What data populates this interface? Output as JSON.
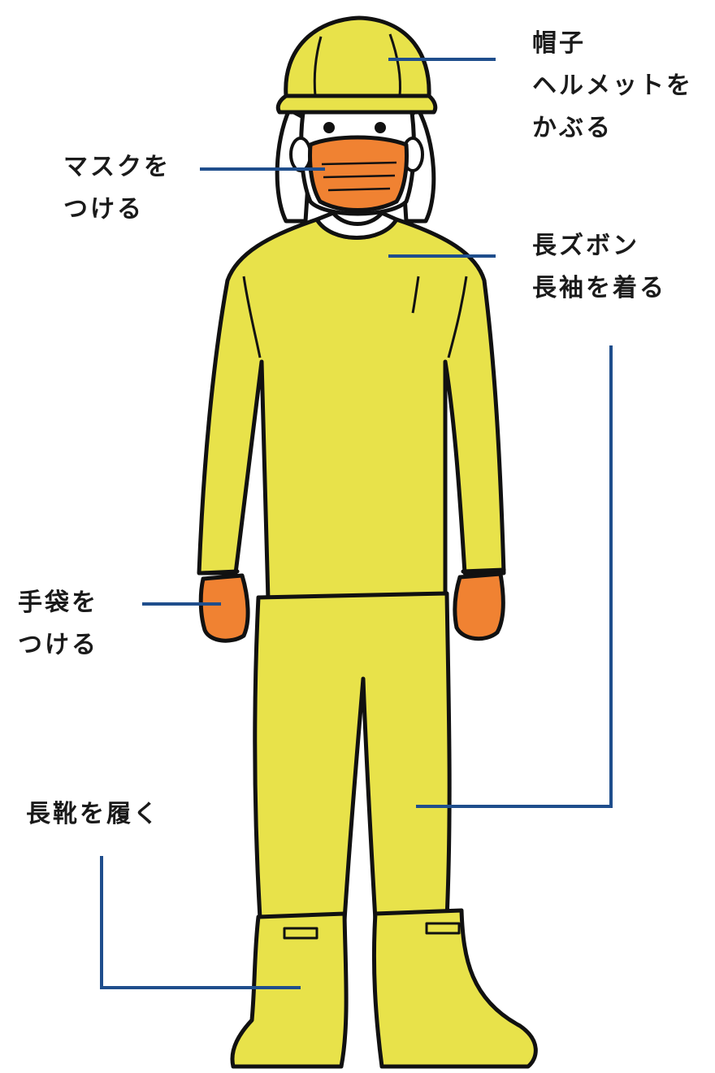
{
  "colors": {
    "suit": "#E8E24A",
    "accent": "#F08232",
    "line": "#1F4E8C",
    "outline": "#111111"
  },
  "labels": {
    "helmet": {
      "line1": "帽子",
      "line2": "ヘルメットを",
      "line3": "かぶる"
    },
    "mask": {
      "line1": "マスクを",
      "line2": "つける"
    },
    "clothes": {
      "line1": "長ズボン",
      "line2": "長袖を着る"
    },
    "gloves": {
      "line1": "手袋を",
      "line2": "つける"
    },
    "boots": {
      "line1": "長靴を履く"
    }
  }
}
